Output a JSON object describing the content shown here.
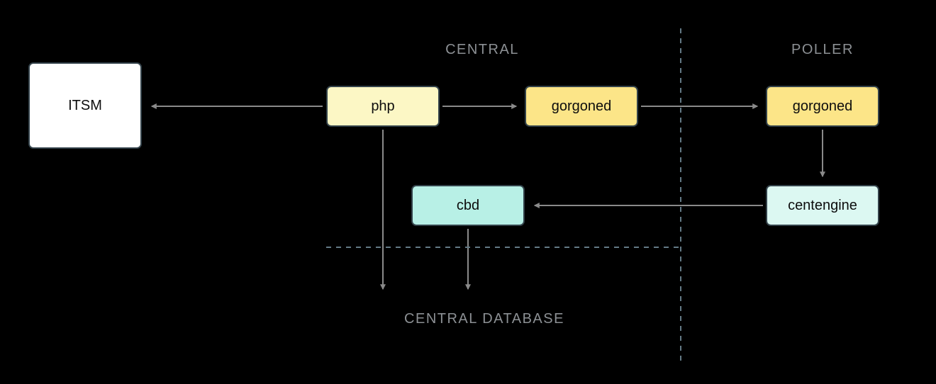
{
  "diagram": {
    "background": "#000000",
    "zones": {
      "central_label": "CENTRAL",
      "poller_label": "POLLER",
      "database_label": "CENTRAL DATABASE"
    },
    "nodes": {
      "itsm": {
        "label": "ITSM",
        "fill": "#ffffff"
      },
      "php": {
        "label": "php",
        "fill": "#fcf7c5"
      },
      "gorgoned_central": {
        "label": "gorgoned",
        "fill": "#fce588"
      },
      "gorgoned_poller": {
        "label": "gorgoned",
        "fill": "#fce588"
      },
      "cbd": {
        "label": "cbd",
        "fill": "#b8f0e6"
      },
      "centengine": {
        "label": "centengine",
        "fill": "#dcf8f2"
      }
    },
    "colors": {
      "arrow": "#8a8a8a",
      "dashed_line": "#647a86",
      "zone_label_text": "#8c9094",
      "node_border": "#33424a"
    }
  }
}
